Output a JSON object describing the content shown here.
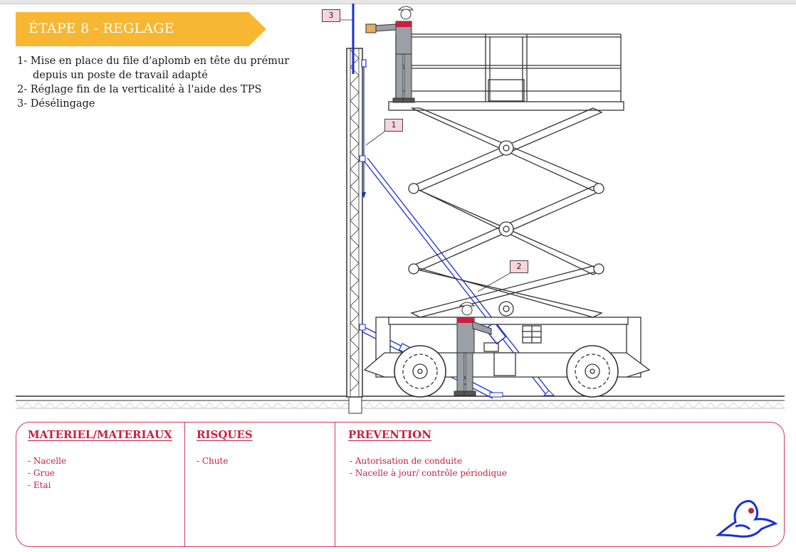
{
  "header": {
    "step_title": "ÉTAPE 8 - REGLAGE",
    "steps": [
      "1- Mise en place du file d'aplomb en tête du prémur",
      "depuis un poste de travail adapté",
      "2- Réglage fin de la verticalité à l'aide des TPS",
      "3- Désélingage"
    ]
  },
  "diagram": {
    "callouts": [
      "3",
      "1",
      "2"
    ]
  },
  "panel": {
    "columns": [
      {
        "heading": "MATERIEL/MATERIAUX",
        "items": [
          "- Nacelle",
          "- Grue",
          "- Etai"
        ]
      },
      {
        "heading": "RISQUES",
        "items": [
          "- Chute"
        ]
      },
      {
        "heading": "PREVENTION",
        "items": [
          "- Autorisation de conduite",
          "- Nacelle à jour/ contrôle périodique"
        ]
      }
    ]
  },
  "colors": {
    "banner": "#f7b733",
    "accent": "#c8203f",
    "highlight": "#1a2fd6",
    "line": "#333333"
  },
  "icons": [
    "safety-bird-logo-icon"
  ]
}
